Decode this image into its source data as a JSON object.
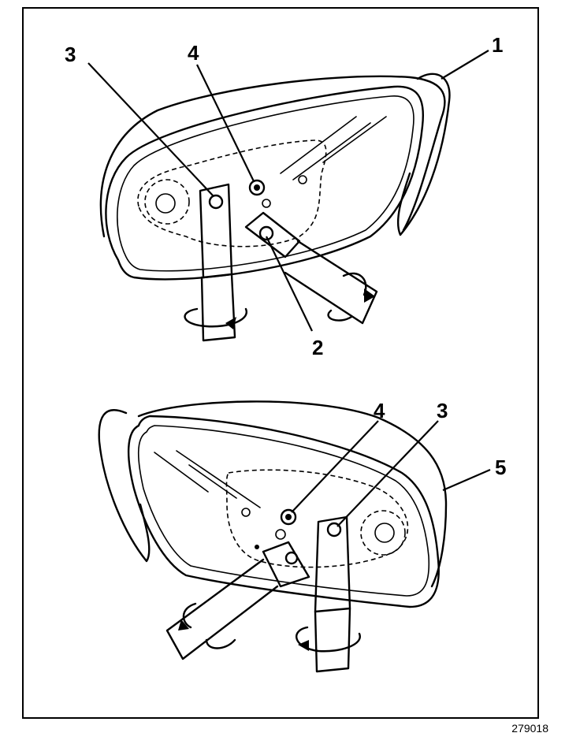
{
  "callouts": {
    "top_1": "1",
    "top_2": "2",
    "top_3": "3",
    "top_4": "4",
    "bottom_3": "3",
    "bottom_4": "4",
    "bottom_5": "5"
  },
  "reference_number": "279018"
}
